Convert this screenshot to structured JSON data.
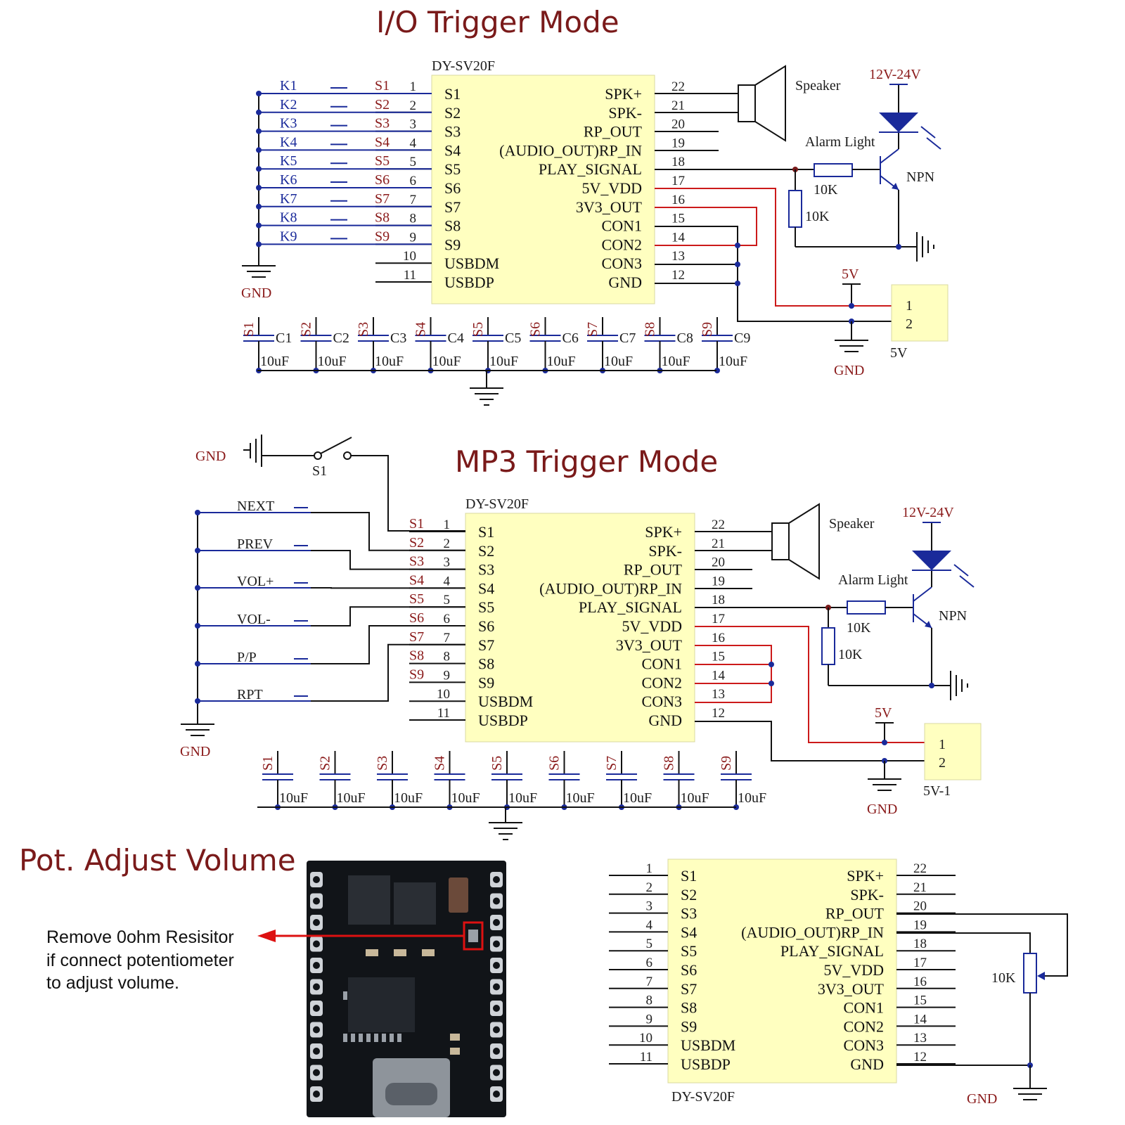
{
  "sections": {
    "io": {
      "title": "I/O Trigger Mode",
      "chip": "DY-SV20F"
    },
    "mp3": {
      "title": "MP3 Trigger Mode",
      "chip": "DY-SV20F"
    },
    "pot": {
      "title": "Pot. Adjust Volume",
      "chip": "DY-SV20F"
    }
  },
  "chip": {
    "left_pins": [
      {
        "num": "1",
        "name": "S1"
      },
      {
        "num": "2",
        "name": "S2"
      },
      {
        "num": "3",
        "name": "S3"
      },
      {
        "num": "4",
        "name": "S4"
      },
      {
        "num": "5",
        "name": "S5"
      },
      {
        "num": "6",
        "name": "S6"
      },
      {
        "num": "7",
        "name": "S7"
      },
      {
        "num": "8",
        "name": "S8"
      },
      {
        "num": "9",
        "name": "S9"
      },
      {
        "num": "10",
        "name": "USBDM"
      },
      {
        "num": "11",
        "name": "USBDP"
      }
    ],
    "right_pins": [
      {
        "num": "22",
        "name": "SPK+"
      },
      {
        "num": "21",
        "name": "SPK-"
      },
      {
        "num": "20",
        "name": "RP_OUT"
      },
      {
        "num": "19",
        "name": "(AUDIO_OUT)RP_IN"
      },
      {
        "num": "18",
        "name": "PLAY_SIGNAL"
      },
      {
        "num": "17",
        "name": "5V_VDD"
      },
      {
        "num": "16",
        "name": "3V3_OUT"
      },
      {
        "num": "15",
        "name": "CON1"
      },
      {
        "num": "14",
        "name": "CON2"
      },
      {
        "num": "13",
        "name": "CON3"
      },
      {
        "num": "12",
        "name": "GND"
      }
    ]
  },
  "io_keys": [
    "K1",
    "K2",
    "K3",
    "K4",
    "K5",
    "K6",
    "K7",
    "K8",
    "K9"
  ],
  "switch_nets": [
    "S1",
    "S2",
    "S3",
    "S4",
    "S5",
    "S6",
    "S7",
    "S8",
    "S9"
  ],
  "io_caps": [
    "C1",
    "C2",
    "C3",
    "C4",
    "C5",
    "C6",
    "C7",
    "C8",
    "C9"
  ],
  "cap_value": "10uF",
  "mp3_buttons": [
    "NEXT",
    "PREV",
    "VOL+",
    "VOL-",
    "P/P",
    "RPT"
  ],
  "labels": {
    "gnd": "GND",
    "speaker": "Speaker",
    "supply": "12V-24V",
    "alarm_light": "Alarm Light",
    "npn": "NPN",
    "resistor": "10K",
    "v5": "5V",
    "conn_io": "5V",
    "conn_mp3": "5V-1",
    "conn_pin1": "1",
    "conn_pin2": "2",
    "mp3_switch": "S1"
  },
  "pot_note": [
    "Remove 0ohm Resisitor",
    "if connect potentiometer",
    "to adjust volume."
  ],
  "colors": {
    "title": "#7a1a1a",
    "chip_fill": "#ffffc0",
    "net_red": "#cc1a1a",
    "net_blue": "#1a2a9a",
    "arrow": "#dd1111"
  }
}
